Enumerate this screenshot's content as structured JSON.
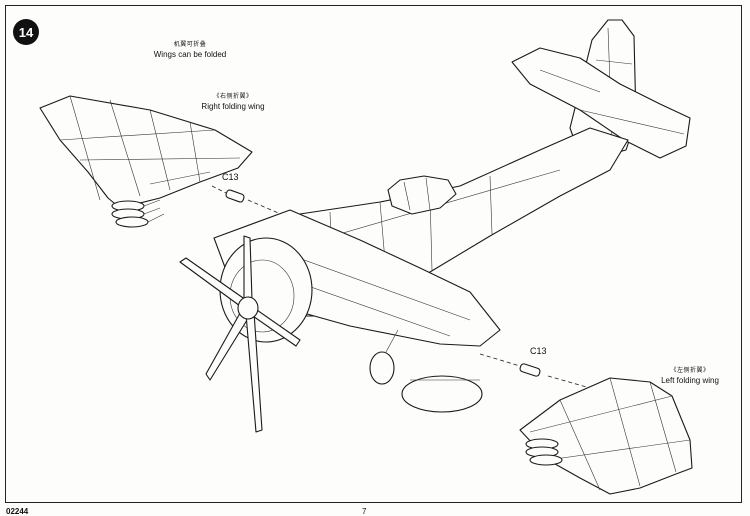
{
  "step": {
    "number": "14"
  },
  "notes": {
    "wings_fold": {
      "cn": "机翼可折叠",
      "en": "Wings can be folded"
    },
    "right_wing": {
      "cn": "《右侧折翼》",
      "en": "Right folding wing"
    },
    "left_wing": {
      "cn": "《左侧折翼》",
      "en": "Left folding wing"
    }
  },
  "parts": {
    "right_hinge": "C13",
    "left_hinge": "C13"
  },
  "footer": {
    "code": "02244",
    "page": "7"
  }
}
